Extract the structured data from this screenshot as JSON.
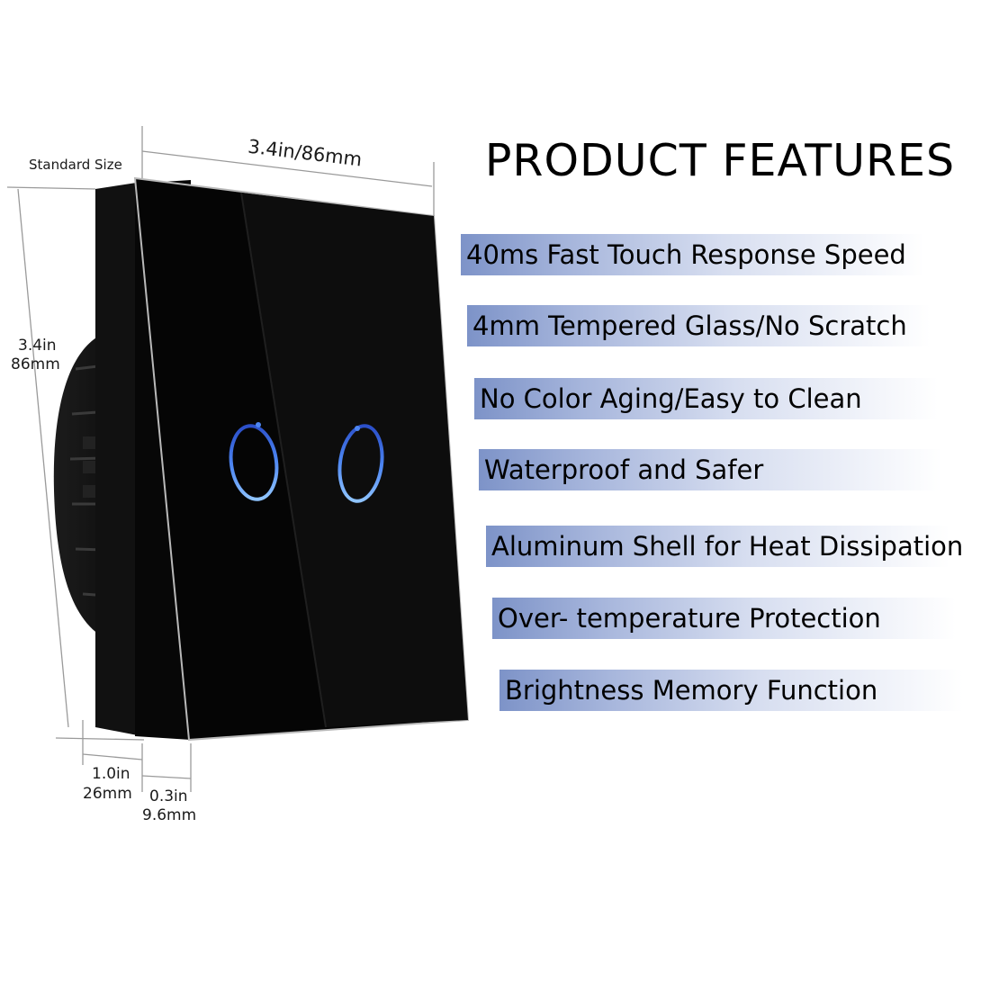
{
  "dimensions": {
    "standard_size": "Standard Size",
    "width": "3.4in/86mm",
    "height_in": "3.4in",
    "height_mm": "86mm",
    "depth_in": "1.0in",
    "depth_mm": "26mm",
    "plate_in": "0.3in",
    "plate_mm": "9.6mm"
  },
  "title": "PRODUCT FEATURES",
  "features": [
    "40ms Fast Touch Response Speed",
    "4mm Tempered Glass/No Scratch",
    "No Color Aging/Easy to Clean",
    "Waterproof and Safer",
    "Aluminum Shell for Heat Dissipation",
    "Over- temperature Protection",
    "Brightness Memory Function"
  ],
  "colors": {
    "accent_blue": "#3a6fe8",
    "glass_black": "#050505",
    "band_blue": "#7d93c8"
  }
}
